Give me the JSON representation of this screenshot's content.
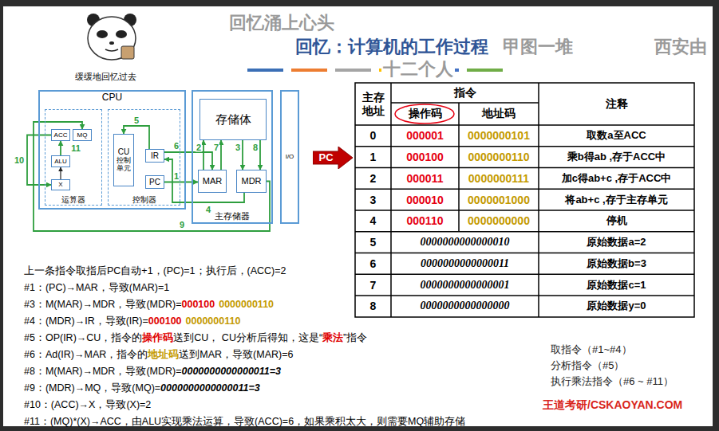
{
  "diagram": {
    "title": "回忆：计算机的工作过程",
    "nodes": [
      {
        "text": [
          "CPU"
        ]
      },
      {
        "text": [
          "运算器"
        ],
        "in": 0
      },
      {
        "text": [
          "ACC"
        ],
        "in": 1
      },
      {
        "text": [
          "MQ"
        ],
        "in": 1
      },
      {
        "text": [
          "ALU"
        ],
        "in": 1
      },
      {
        "text": [
          "X"
        ],
        "in": 1
      },
      {
        "text": [
          "控制器"
        ],
        "in": 0
      },
      {
        "text": [
          "CU",
          "控制单元"
        ],
        "in": 6
      },
      {
        "text": [
          "IR"
        ],
        "in": 6
      },
      {
        "text": [
          "PC"
        ],
        "in": 6
      },
      {
        "text": [
          "主存储器"
        ]
      },
      {
        "text": [
          "存储体"
        ],
        "in": 10
      },
      {
        "text": [
          "MAR"
        ],
        "in": 10
      },
      {
        "text": [
          "MDR"
        ],
        "in": 10
      },
      {
        "text": [
          "I/O"
        ]
      },
      {
        "text": [
          "PC"
        ]
      }
    ],
    "edges": [
      {
        "from": 9,
        "to": 12,
        "arrow": "to",
        "label": "1"
      },
      {
        "from": 12,
        "to": 11,
        "arrow": "to",
        "label": "2"
      },
      {
        "from": 11,
        "to": 13,
        "arrow": "to",
        "label": "3"
      },
      {
        "from": 13,
        "to": 8,
        "arrow": "to",
        "label": "4"
      },
      {
        "from": 8,
        "to": 7,
        "arrow": "to",
        "label": "5"
      },
      {
        "from": 8,
        "to": 12,
        "arrow": "to",
        "label": "6"
      },
      {
        "from": 12,
        "to": 11,
        "arrow": "to",
        "label": "7"
      },
      {
        "from": 11,
        "to": 13,
        "arrow": "to",
        "label": "8"
      },
      {
        "from": 13,
        "to": 3,
        "arrow": "to",
        "label": "9"
      },
      {
        "from": 2,
        "to": 5,
        "arrow": "to",
        "label": "10"
      },
      {
        "from": 4,
        "to": 2,
        "arrow": "to",
        "label": "11"
      },
      {
        "from": 5,
        "to": 4,
        "arrow": "to"
      }
    ],
    "labels": [
      "回忆涌上心头",
      "甲图一堆",
      "西安由",
      "十二个人",
      "缓缓地回忆过去",
      "主存地址",
      "指令",
      "操作码",
      "地址码",
      "注释",
      "0",
      "000001",
      "0000000101",
      "取数a至ACC",
      "1",
      "000100",
      "0000000110",
      "乘b得ab ,存于ACC中",
      "2",
      "000011",
      "0000000111",
      "加c得ab+c ,存于ACC中",
      "3",
      "000010",
      "0000001000",
      "将ab+c ,存于主存单元",
      "4",
      "000110",
      "0000000000",
      "停机",
      "5",
      "0000000000000010",
      "原始数据a=2",
      "6",
      "0000000000000011",
      "原始数据b=3",
      "7",
      "0000000000000001",
      "原始数据c=1",
      "8",
      "0000000000000000",
      "原始数据y=0",
      "上一条指令取指后PC自动+1，(PC)=1；执行后，(ACC)=2",
      "#1：(PC)→MAR，导致(MAR)=1",
      "#3：M(MAR)→MDR，导致(MDR)=",
      "000100",
      "0000000110",
      "#4：(MDR)→IR，导致(IR)=",
      "000100",
      "0000000110",
      "#5：OP(IR)→CU，指令的",
      "操作码",
      "送到CU， CU分析后得知，这是“",
      "乘法",
      "”指令",
      "#6：Ad(IR)→MAR，指令的",
      "地址码",
      "送到MAR，导致(MAR)=6",
      "#8：M(MAR)→MDR，导致(MDR)=",
      "0000000000000011=3",
      "#9：(MDR)→MQ，导致(MQ)=",
      "0000000000000011=3",
      "#10：(ACC)→X，导致(X)=2",
      "#11：(MQ)*(X)→ACC，由ALU实现乘法运算，导致(ACC)=6，如果乘积太大，则需要MQ辅助存储",
      "取指令（#1~#4）",
      "分析指令（#5）",
      "执行乘法指令（#6 ~ #11）",
      "王道考研/CSKAOYAN.COM"
    ]
  }
}
